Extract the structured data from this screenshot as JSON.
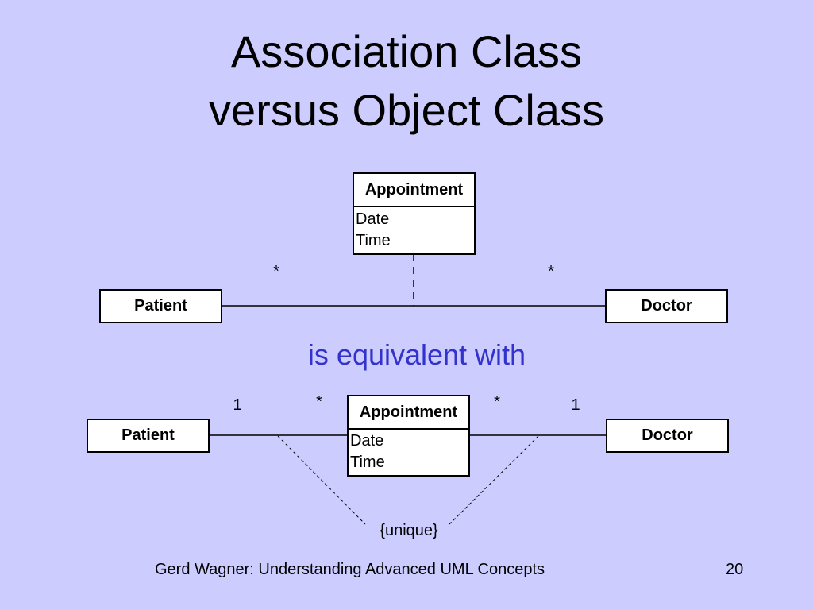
{
  "slide": {
    "title_line1": "Association Class",
    "title_line2": "versus Object Class",
    "equivalence_text": "is equivalent with",
    "footer_text": "Gerd Wagner: Understanding Advanced UML Concepts",
    "page_number": "20",
    "colors": {
      "background": "#ccccff",
      "accent_text": "#3333cc"
    }
  },
  "top_diagram": {
    "association_class": {
      "name": "Appointment",
      "attributes": [
        "Date",
        "Time"
      ]
    },
    "left_class": "Patient",
    "right_class": "Doctor",
    "left_multiplicity": "*",
    "right_multiplicity": "*"
  },
  "bottom_diagram": {
    "object_class": {
      "name": "Appointment",
      "attributes": [
        "Date",
        "Time"
      ]
    },
    "left_class": "Patient",
    "right_class": "Doctor",
    "left_outer_multiplicity": "1",
    "left_inner_multiplicity": "*",
    "right_inner_multiplicity": "*",
    "right_outer_multiplicity": "1",
    "constraint": "{unique}"
  }
}
